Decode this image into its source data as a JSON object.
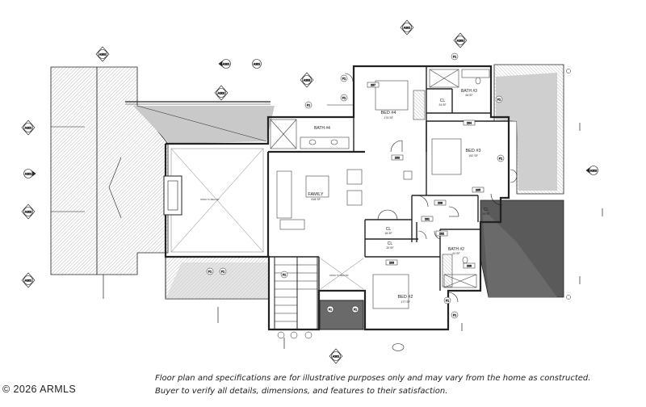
{
  "rooms": {
    "bed4": {
      "name": "BED #4",
      "area": "174 SF"
    },
    "bath4": {
      "name": "BATH #4"
    },
    "bath3": {
      "name": "BATH #3",
      "area": "64 SF"
    },
    "cl_bed4": {
      "name": "CL",
      "area": "24 SF"
    },
    "bed3": {
      "name": "BED #3",
      "area": "192 SF"
    },
    "family": {
      "name": "FAMILY",
      "area": "418 SF"
    },
    "cl_family": {
      "name": "CL",
      "area": "18 SF"
    },
    "cl_bed2": {
      "name": "CL",
      "area": "20 SF"
    },
    "cl_bed3": {
      "name": "CL",
      "area": "26 SF"
    },
    "bath2": {
      "name": "BATH #2",
      "area": "61 SF"
    },
    "bed2": {
      "name": "BED #2",
      "area": "177 SF"
    }
  },
  "section_tags": [
    "A202",
    "A201",
    "A201",
    "A202",
    "A202",
    "A201",
    "A202",
    "A201",
    "A201",
    "A202",
    "A201",
    "A202",
    "A201"
  ],
  "window_tags": [
    "F1",
    "F1",
    "F1",
    "F1",
    "F1",
    "F1",
    "F1",
    "F1",
    "F1",
    "F1",
    "F1",
    "F1",
    "F1"
  ],
  "door_tags": [
    "200",
    "201",
    "202",
    "203",
    "204",
    "205",
    "206",
    "207",
    "208"
  ],
  "disclaimer": {
    "line1": "Floor plan and specifications are for illustrative purposes only and may vary from the home as constructed.",
    "line2": "Buyer to verify all details, dimensions, and features to their satisfaction."
  },
  "copyright": "2026 ARMLS",
  "colors": {
    "line": "#222222",
    "roof_light": "#c8c8c8",
    "roof_dark": "#5a5a5a",
    "hatch": "#9a9a9a"
  }
}
